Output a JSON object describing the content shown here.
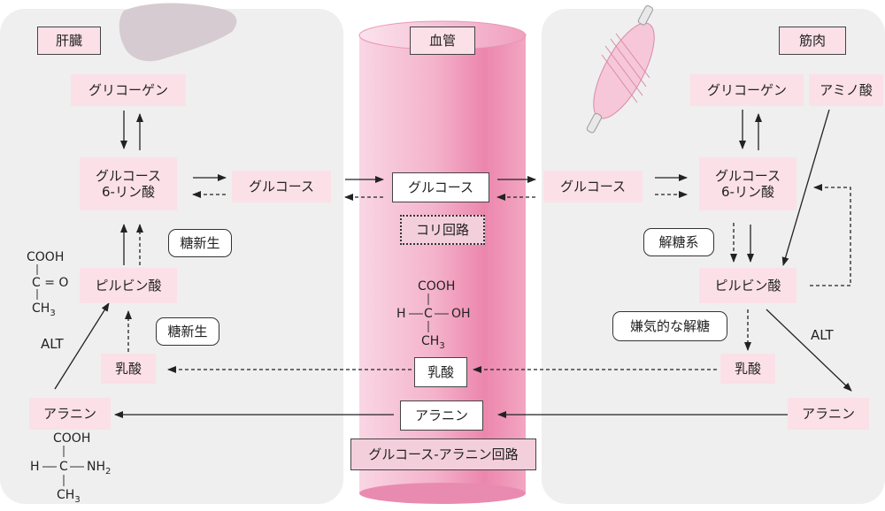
{
  "headers": {
    "liver": "肝臓",
    "blood": "血管",
    "muscle": "筋肉"
  },
  "liver": {
    "glycogen": "グリコーゲン",
    "g6p_line1": "グルコース",
    "g6p_line2": "6-リン酸",
    "glucose": "グルコース",
    "pyruvate": "ピルビン酸",
    "lactate": "乳酸",
    "alanine": "アラニン",
    "gluconeogenesis_upper": "糖新生",
    "gluconeogenesis_lower": "糖新生",
    "alt": "ALT"
  },
  "blood": {
    "glucose": "グルコース",
    "cori_cycle": "コリ回路",
    "lactate": "乳酸",
    "alanine": "アラニン",
    "glucose_alanine_cycle": "グルコース-アラニン回路"
  },
  "muscle": {
    "glycogen": "グリコーゲン",
    "amino_acid": "アミノ酸",
    "g6p_line1": "グルコース",
    "g6p_line2": "6-リン酸",
    "glucose": "グルコース",
    "glycolysis": "解糖系",
    "pyruvate": "ピルビン酸",
    "anaerobic_glycolysis": "嫌気的な解糖",
    "lactate": "乳酸",
    "alanine": "アラニン",
    "alt": "ALT"
  },
  "structures": {
    "pyruvate": {
      "cooh": "COOH",
      "c_o": "C = O",
      "ch3": "CH",
      "sub3": "3"
    },
    "lactate": {
      "cooh": "COOH",
      "h": "H",
      "c": "C",
      "oh": "OH",
      "ch3": "CH",
      "sub3": "3"
    },
    "alanine": {
      "cooh": "COOH",
      "h": "H",
      "c": "C",
      "nh": "NH",
      "sub2": "2",
      "ch3": "CH",
      "sub3": "3"
    }
  },
  "colors": {
    "panel": "#efefef",
    "pink_box": "#fbe0e8",
    "vessel_light": "#f7c9da",
    "vessel_dark": "#e96f9e",
    "cycle_box": "#f3cfdc"
  }
}
